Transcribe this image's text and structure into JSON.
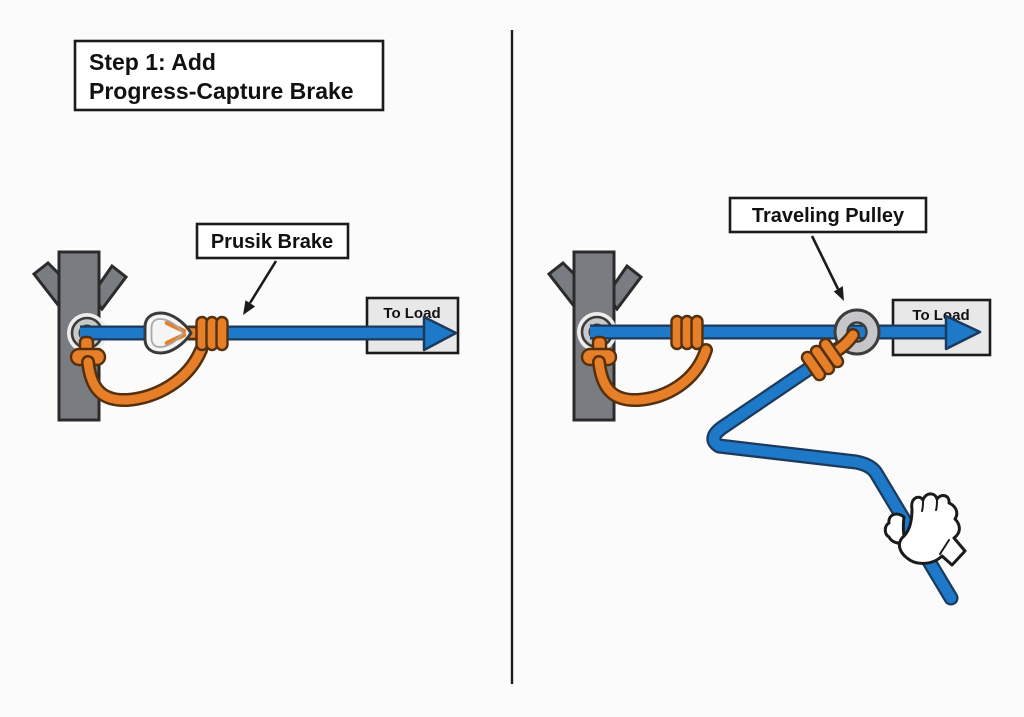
{
  "title": {
    "line1": "Step 1: Add",
    "line2": "Progress-Capture Brake"
  },
  "left_panel": {
    "callout": "Prusik Brake",
    "load_label": "To Load",
    "components": [
      "tree-anchor",
      "anchor-ring",
      "carabiner",
      "prusik-brake",
      "main-rope"
    ]
  },
  "right_panel": {
    "callout": "Traveling Pulley",
    "load_label": "To Load",
    "components": [
      "tree-anchor",
      "anchor-ring",
      "anchor-prusik",
      "traveling-pulley",
      "pulley-prusik",
      "haul-rope",
      "hand"
    ]
  },
  "colors": {
    "background": "#fbfbfb",
    "rope_blue": "#1e79c9",
    "rope_outline": "#1b3a5c",
    "prusik_orange": "#e67f27",
    "orange_outline": "#54300f",
    "tree_gray": "#797c80",
    "ring_gray": "#c9c9c9",
    "pulley_gray": "#c6c6c8",
    "load_box_fill": "#e8e8e8",
    "line_black": "#1b1b1b"
  }
}
